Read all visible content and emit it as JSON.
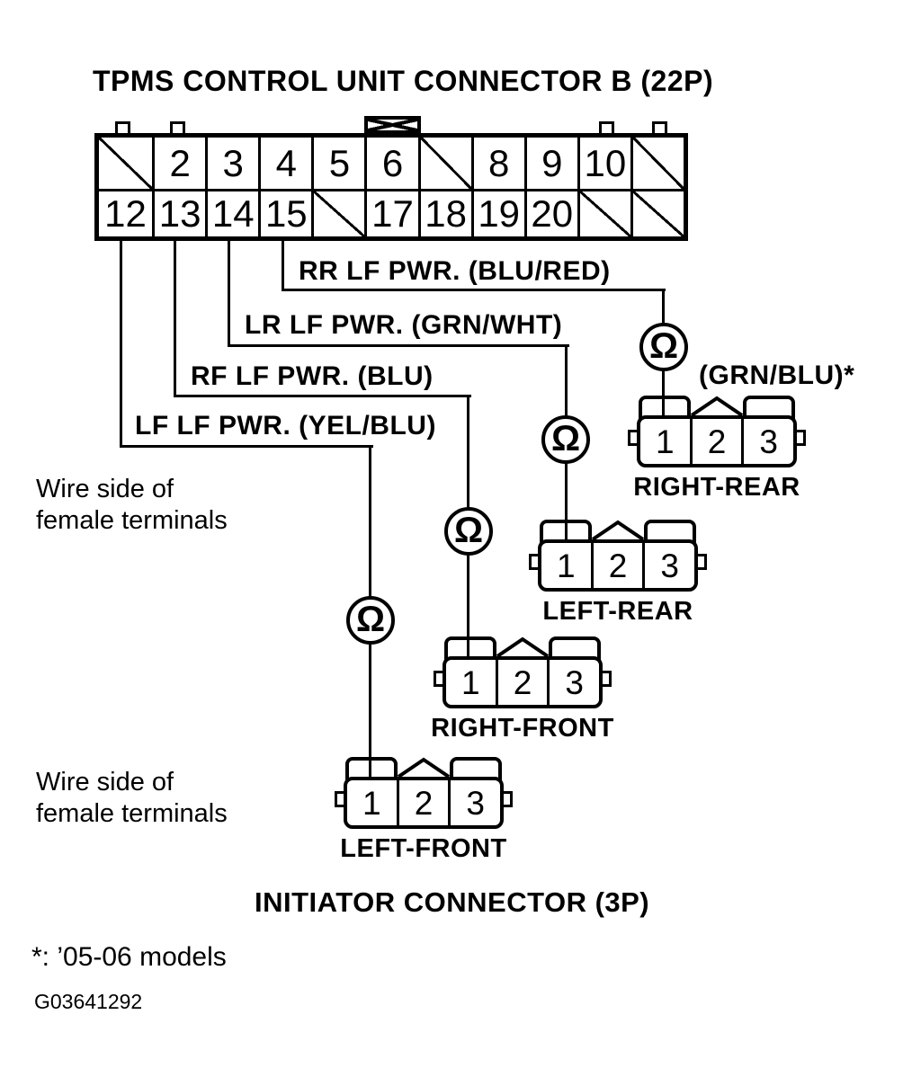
{
  "title": "TPMS CONTROL UNIT CONNECTOR B (22P)",
  "connector_b": {
    "row1": [
      "",
      "2",
      "3",
      "4",
      "5",
      "6",
      "",
      "8",
      "9",
      "10",
      ""
    ],
    "row2": [
      "12",
      "13",
      "14",
      "15",
      "",
      "17",
      "18",
      "19",
      "20",
      "",
      ""
    ]
  },
  "wire_labels": {
    "rr": "RR LF PWR. (BLU/RED)",
    "lr": "LR LF PWR. (GRN/WHT)",
    "rf": "RF LF PWR. (BLU)",
    "lf": "LF LF PWR. (YEL/BLU)"
  },
  "symbols": {
    "ohm": "Ω"
  },
  "notes": {
    "grn_blu": "(GRN/BLU)*",
    "wire_side": {
      "line1": "Wire side of",
      "line2": "female terminals"
    }
  },
  "connectors": {
    "right_rear": {
      "label": "RIGHT-REAR",
      "pins": [
        "1",
        "2",
        "3"
      ]
    },
    "left_rear": {
      "label": "LEFT-REAR",
      "pins": [
        "1",
        "2",
        "3"
      ]
    },
    "right_front": {
      "label": "RIGHT-FRONT",
      "pins": [
        "1",
        "2",
        "3"
      ]
    },
    "left_front": {
      "label": "LEFT-FRONT",
      "pins": [
        "1",
        "2",
        "3"
      ]
    }
  },
  "footer": {
    "initiator_title": "INITIATOR CONNECTOR (3P)",
    "models_note": "*: ’05-06 models",
    "figure_id": "G03641292"
  },
  "colors": {
    "ink": "#000000",
    "background": "#ffffff"
  }
}
